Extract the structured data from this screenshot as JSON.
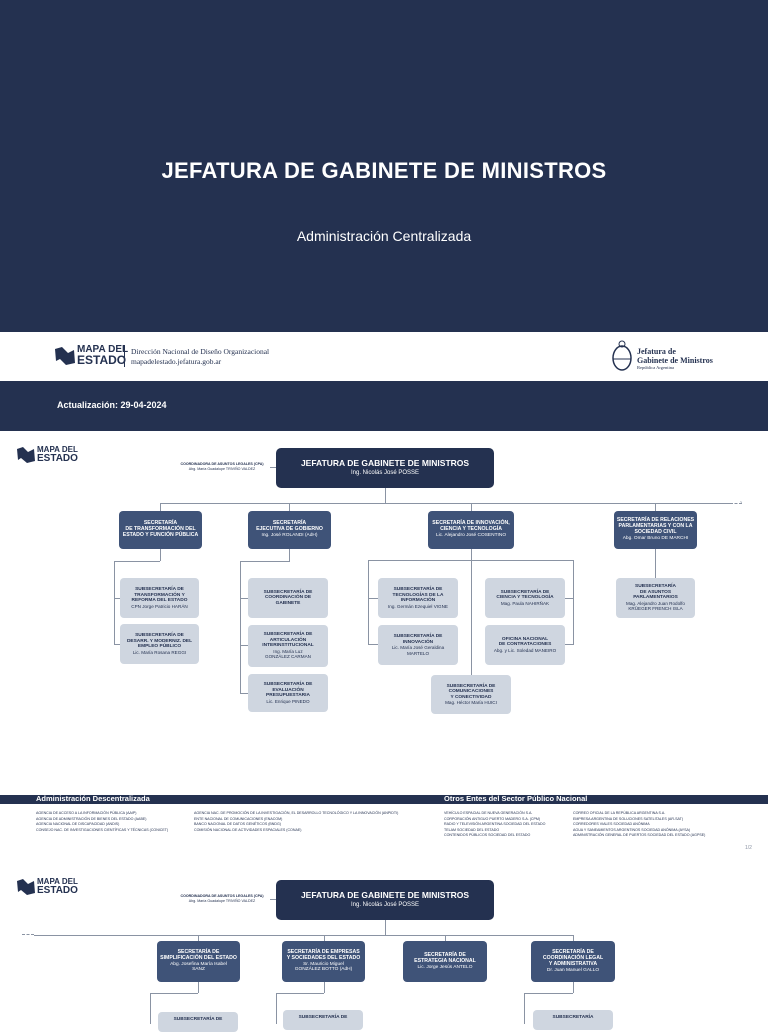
{
  "cover": {
    "title": "JEFATURA DE GABINETE DE MINISTROS",
    "subtitle": "Administración Centralizada"
  },
  "brand": {
    "logo_line1": "MAPA DEL",
    "logo_line2": "ESTADO",
    "org_line1": "Dirección Nacional de Diseño Organizacional",
    "org_line2": "mapadelestado.jefatura.gob.ar",
    "gov_line1": "Jefatura de",
    "gov_line2": "Gabinete de Ministros",
    "gov_line3": "República Argentina"
  },
  "update": "Actualización: 29-04-2024",
  "page1": {
    "logo_line1": "MAPA DEL",
    "logo_line2": "ESTADO",
    "coord": {
      "title": "COORDINADORA DE ASUNTOS LEGALES (CPA)",
      "person": "Abg. María Guadalupe TRIVIÑO VALDEZ"
    },
    "main": {
      "title": "JEFATURA DE GABINETE DE MINISTROS",
      "person": "Ing. Nicolás José POSSE"
    },
    "secretarias": [
      {
        "title": "SECRETARÍA\nDE TRANSFORMACIÓN DEL\nESTADO Y FUNCIÓN PÚBLICA",
        "person": ""
      },
      {
        "title": "SECRETARÍA\nEJECUTIVA DE GOBIERNO",
        "person": "Ing. José ROLANDI (AdH)"
      },
      {
        "title": "SECRETARÍA DE INNOVACIÓN,\nCIENCIA Y TECNOLOGÍA",
        "person": "Lic. Alejandro José COSENTINO"
      },
      {
        "title": "SECRETARÍA DE RELACIONES\nPARLAMENTARIAS Y CON LA\nSOCIEDAD CIVIL",
        "person": "Abg. Omar Bruno DE MARCHI"
      }
    ],
    "subsecretarias": [
      {
        "title": "SUBSECRETARÍA DE\nTRANSFORMACIÓN Y\nREFORMA DEL ESTADO",
        "person": "CPN Jorge Patricio HARÁN"
      },
      {
        "title": "SUBSECRETARÍA DE\nDESARR. Y MODERNIZ. DEL\nEMPLEO PÚBLICO",
        "person": "Lic. María Rosana REGGI"
      },
      {
        "title": "SUBSECRETARÍA DE\nCOORDINACIÓN DE\nGABINETE",
        "person": ""
      },
      {
        "title": "SUBSECRETARÍA DE\nARTICULACIÓN\nINTERINSTITUCIONAL",
        "person": "Ing. María Luz\nGONZÁLEZ CARMAN"
      },
      {
        "title": "SUBSECRETARÍA DE\nEVALUACIÓN\nPRESUPUESTARIA",
        "person": "Lic. Enrique PINEDO"
      },
      {
        "title": "SUBSECRETARÍA DE\nTECNOLOGÍAS DE LA\nINFORMACIÓN",
        "person": "Ing. Germán Ezequiel VIGNE"
      },
      {
        "title": "SUBSECRETARÍA DE\nINNOVACIÓN",
        "person": "Lic. María José Geraldina\nMARTELO"
      },
      {
        "title": "SUBSECRETARÍA DE\nCIENCIA Y TECNOLOGÍA",
        "person": "Mag. Paula NAHIRÑAK"
      },
      {
        "title": "OFICINA NACIONAL\nDE CONTRATACIONES",
        "person": "Abg. y Lic. Soledad MANEIRO"
      },
      {
        "title": "SUBSECRETARÍA DE\nCOMUNICACIONES\nY CONECTIVIDAD",
        "person": "Mag. Héctor María HUICI"
      },
      {
        "title": "SUBSECRETARÍA\nDE ASUNTOS\nPARLAMENTARIOS",
        "person": "Mag. Alejandro Juan Rodolfo\nKRÜEGER FRENCH ISLA"
      }
    ]
  },
  "footer": {
    "left_title": "Administración Descentralizada",
    "right_title": "Otros Entes del Sector Público Nacional",
    "col1": [
      "AGENCIA DE ACCESO A LA INFORMACIÓN PÚBLICA (AAIP)",
      "AGENCIA DE ADMINISTRACIÓN DE BIENES DEL ESTADO (AABE)",
      "AGENCIA NACIONAL DE DISCAPACIDAD (ANDIS)",
      "CONSEJO NAC. DE INVESTIGACIONES CIENTÍFICAS Y TÉCNICAS (CONICET)"
    ],
    "col2": [
      "AGENCIA NAC. DE PROMOCIÓN DE LA INVESTIGACIÓN, EL DESARROLLO TECNOLÓGICO Y LA INNOVACIÓN (ANPIDTI)",
      "ENTE NACIONAL DE COMUNICACIONES (ENACOM)",
      "BANCO NACIONAL DE DATOS GENÉTICOS (BNDG)",
      "COMISIÓN NACIONAL DE ACTIVIDADES ESPACIALES (CONAE)"
    ],
    "col3": [
      "VEHÍCULO ESPACIAL DE NUEVA GENERACIÓN S.A.",
      "CORPORACIÓN ANTIGUO PUERTO MADERO S.A. (CPM)",
      "RADIO Y TELEVISIÓN ARGENTINA SOCIEDAD DEL ESTADO",
      "TELAM SOCIEDAD DEL ESTADO",
      "CONTENIDOS PÚBLICOS SOCIEDAD DEL ESTADO"
    ],
    "col4": [
      "CORREO OFICIAL DE LA REPÚBLICA ARGENTINA S.A.",
      "EMPRESA ARGENTINA DE SOLUCIONES SATELITALES (AR-SAT)",
      "CORREDORES VIALES SOCIEDAD ANÓNIMA",
      "AGUA Y SANEAMIENTOS ARGENTINOS SOCIEDAD ANÓNIMA (AYSA)",
      "ADMINISTRACIÓN GENERAL DE PUERTOS SOCIEDAD DEL ESTADO (AGPSE)"
    ],
    "page": "1/2"
  },
  "page2": {
    "logo_line1": "MAPA DEL",
    "logo_line2": "ESTADO",
    "coord": {
      "title": "COORDINADORA DE ASUNTOS LEGALES (CPA)",
      "person": "Abg. María Guadalupe TRIVIÑO VALDEZ"
    },
    "main": {
      "title": "JEFATURA DE GABINETE DE MINISTROS",
      "person": "Ing. Nicolás José POSSE"
    },
    "secretarias": [
      {
        "title": "SECRETARÍA DE\nSIMPLIFICACIÓN DEL ESTADO",
        "person": "Abg. Josefina María Isabel\nSANZ"
      },
      {
        "title": "SECRETARÍA DE EMPRESAS\nY SOCIEDADES DEL ESTADO",
        "person": "Sr. Mauricio Miguel\nGONZÁLEZ BOTTO (AdH)"
      },
      {
        "title": "SECRETARÍA DE\nESTRATEGIA NACIONAL",
        "person": "Lic. Jorge Jesús ANTELO"
      },
      {
        "title": "SECRETARÍA DE\nCOORDINACIÓN LEGAL\nY ADMINISTRATIVA",
        "person": "Dr. Juan Manuel GALLO"
      }
    ],
    "partial": [
      "SUBSECRETARÍA DE",
      "SUBSECRETARÍA DE",
      "SUBSECRETARÍA"
    ]
  }
}
